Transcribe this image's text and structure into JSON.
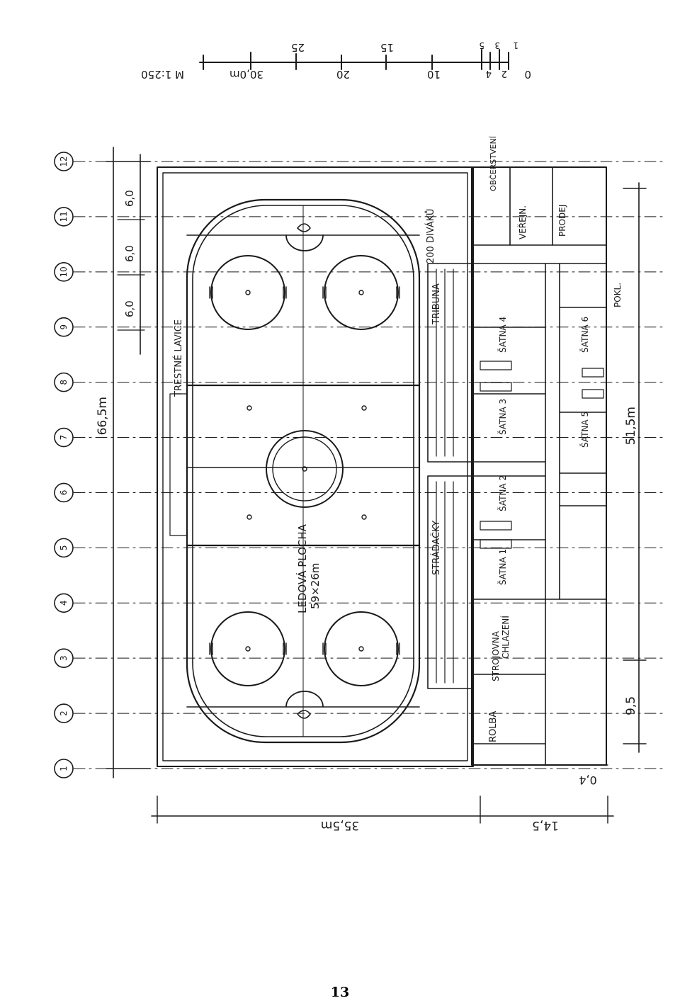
{
  "scale": {
    "label": "M 1:250",
    "ticks": [
      "0",
      "2",
      "4",
      "10",
      "15",
      "20",
      "25",
      "30,0m"
    ],
    "small_ticks": [
      "1",
      "3",
      "5"
    ]
  },
  "grid_axes": [
    "1",
    "2",
    "3",
    "4",
    "5",
    "6",
    "7",
    "8",
    "9",
    "10",
    "11",
    "12"
  ],
  "dimensions": {
    "total_length": "66,5m",
    "bay_a": "6,0",
    "bay_b": "6,0",
    "bay_c": "6,0",
    "width_main": "35,5m",
    "width_side": "14,5",
    "side_length": "51,5m",
    "side_end": "9,5",
    "offset": "0,4"
  },
  "rooms": {
    "ice": "LEDOVÁ PLOCHA",
    "ice_size": "59×26m",
    "benches": "TRESTNÉ LAVICE",
    "stands": "TRIBUNA",
    "stands_cap": "200 DIVÁKŮ",
    "stands_standing": "STRÁDAČKY",
    "machinery_1": "STROJOVNA",
    "machinery_2": "CHLAZENÍ",
    "resurfacer": "ROLBA",
    "lockers": [
      "ŠATNA 1",
      "ŠATNA 2",
      "ŠATNA 3",
      "ŠATNA 4",
      "ŠATNA 5",
      "ŠATNA 6"
    ],
    "wc_public": "VEŘEJN.",
    "shop": "PRODEJ",
    "cash": "POKL.",
    "wc_staff": "OBČERSTVENÍ"
  },
  "page_number": "13"
}
